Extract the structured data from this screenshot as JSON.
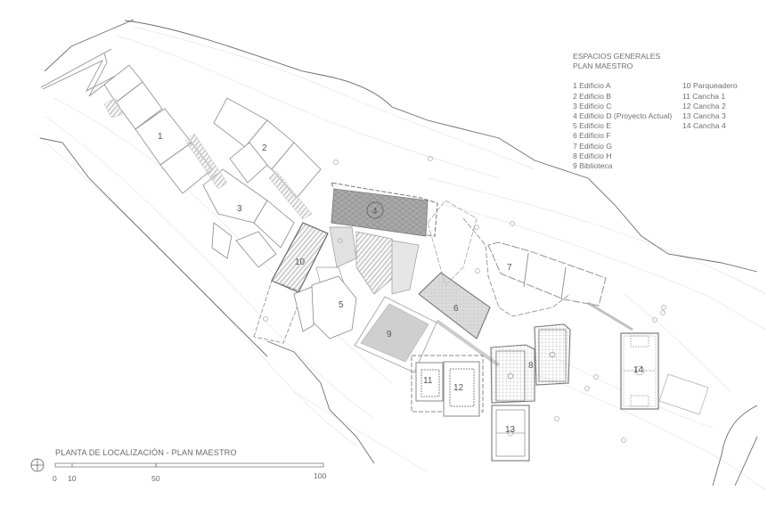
{
  "legend": {
    "title_line1": "ESPACIOS GENERALES",
    "title_line2": "PLAN MAESTRO",
    "items_col1": [
      "1 Edificio A",
      "2 Edificio B",
      "3 Edificio C",
      "4 Edificio D (Proyecto Actual)",
      "5 Edificio E",
      "6 Edificio F",
      "7 Edificio G",
      "8 Edificio H",
      "9 Biblioteca"
    ],
    "items_col2": [
      "10 Parqueadero",
      "11 Cancha 1",
      "12 Cancha 2",
      "13 Cancha 3",
      "14 Cancha 4"
    ]
  },
  "plan_labels": {
    "b1": "1",
    "b2": "2",
    "b3": "3",
    "b4": "4",
    "b5": "5",
    "b6": "6",
    "b7": "7",
    "b8": "8",
    "b9": "9",
    "b10": "10",
    "b11": "11",
    "b12": "12",
    "b13": "13",
    "b14": "14"
  },
  "title_block": {
    "title": "PLANTA DE LOCALIZACIÓN - PLAN MAESTRO",
    "north_icon": "north-arrow-circle-icon"
  },
  "scale_bar": {
    "ticks": [
      "0",
      "10",
      "50",
      "100"
    ]
  },
  "colors": {
    "line": "#8a8a8a",
    "dark_line": "#666666",
    "hatch_fill": "#b9b9b9",
    "library_fill": "#cfcfcf",
    "text": "#6f6f6f"
  }
}
